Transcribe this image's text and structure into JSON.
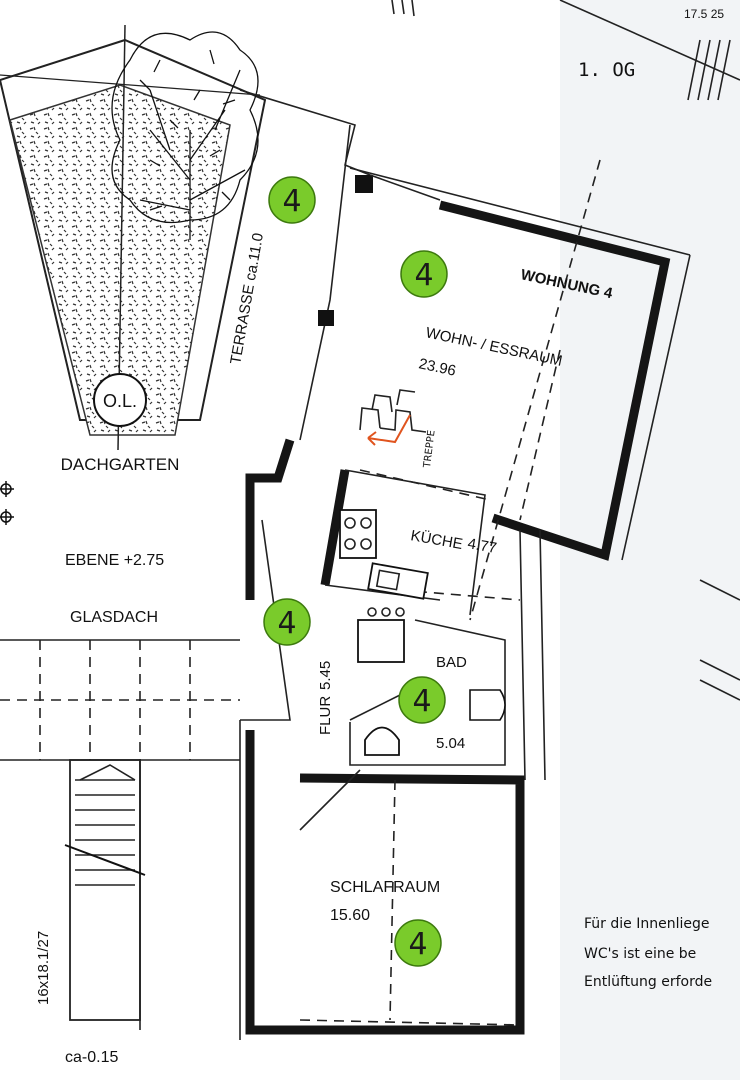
{
  "floor_label": "1. OG",
  "apartment_label": "WOHNUNG 4",
  "dimension_top_right": "17.5 25",
  "rooms": {
    "living": {
      "name": "WOHN- / ESSRAUM",
      "area": "23.96"
    },
    "kitchen": {
      "name": "KÜCHE",
      "area": "4.77"
    },
    "bath": {
      "name": "BAD",
      "area": "5.04"
    },
    "hall": {
      "name": "FLUR",
      "area": "5.45"
    },
    "bedroom": {
      "name": "SCHLAFRAUM",
      "area": "15.60"
    },
    "stairs_label": "TREPPE"
  },
  "terrace_label": "TERRASSE ca.11.0",
  "roof_garden": {
    "label": "DACHGARTEN",
    "ol_mark": "O.L."
  },
  "level_label": "EBENE +2.75",
  "glass_roof_label": "GLASDACH",
  "stair_spec": "16x18.1/27",
  "bottom_level": "ca-0.15",
  "side_note": {
    "line1": "Für die Innenliege",
    "line2": "WC's ist eine be",
    "line3": "Entlüftung erforde"
  },
  "badge_number": "4",
  "colors": {
    "badge_fill": "#7acb2b",
    "wall": "#151515",
    "arrow": "#e0541e"
  }
}
